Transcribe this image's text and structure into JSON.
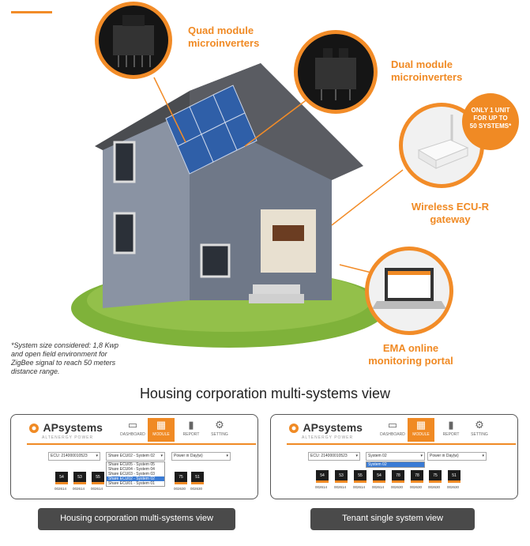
{
  "callouts": {
    "quad": "Quad module\nmicroinverters",
    "dual": "Dual module\nmicroinverters",
    "gateway": "Wireless ECU-R\ngateway",
    "portal": "EMA online\nmonitoring portal",
    "badge": "ONLY 1 UNIT\nFOR UP TO\n50 SYSTEMS*"
  },
  "disclaimer": "*System size considered: 1,8 Kwp and open field environment for ZigBee signal to reach 50 meters distance range.",
  "section_title": "Housing corporation multi-systems view",
  "colors": {
    "accent": "#f28c28",
    "dark_pill": "#4a4a4a",
    "tile_bg": "#1c1c1c",
    "dropdown_highlight": "#3a7bd5"
  },
  "left_panel": {
    "logo": "APsystems",
    "logo_sub": "ALTENERGY POWER",
    "nav": [
      {
        "label": "DASHBOARD",
        "icon": "monitor-icon"
      },
      {
        "label": "MODULE",
        "icon": "grid-icon"
      },
      {
        "label": "REPORT",
        "icon": "bar-chart-icon"
      },
      {
        "label": "SETTING",
        "icon": "gear-icon"
      }
    ],
    "selects": [
      "ECU: 214000010523",
      "Share ECU02 - System 02",
      "Power in Day(w)"
    ],
    "dropdown": [
      "Share ECU05 - System 05",
      "Share ECU04 - System 04",
      "Share ECU03 - System 03",
      "Share ECU02 - System 02",
      "Share ECU01 - System 01"
    ],
    "tiles": [
      {
        "value": "54",
        "id": "002614"
      },
      {
        "value": "53",
        "id": "002614"
      },
      {
        "value": "55",
        "id": "002614"
      },
      {
        "value": "75",
        "id": "002630"
      },
      {
        "value": "51",
        "id": "002630"
      }
    ],
    "caption": "Housing corporation multi-systems view"
  },
  "right_panel": {
    "logo": "APsystems",
    "logo_sub": "ALTENERGY POWER",
    "nav": [
      {
        "label": "DASHBOARD",
        "icon": "monitor-icon"
      },
      {
        "label": "MODULE",
        "icon": "grid-icon"
      },
      {
        "label": "REPORT",
        "icon": "bar-chart-icon"
      },
      {
        "label": "SETTING",
        "icon": "gear-icon"
      }
    ],
    "selects": [
      "ECU: 214000010523",
      "System 02",
      "Power in Day(w)"
    ],
    "dropdown": [
      "System 02"
    ],
    "tiles": [
      {
        "value": "54",
        "id": "002614"
      },
      {
        "value": "53",
        "id": "002614"
      },
      {
        "value": "55",
        "id": "002614"
      },
      {
        "value": "54",
        "id": "002614"
      },
      {
        "value": "78",
        "id": "002630"
      },
      {
        "value": "78",
        "id": "002630"
      },
      {
        "value": "75",
        "id": "002630"
      },
      {
        "value": "51",
        "id": "002630"
      }
    ],
    "caption": "Tenant single system view"
  }
}
